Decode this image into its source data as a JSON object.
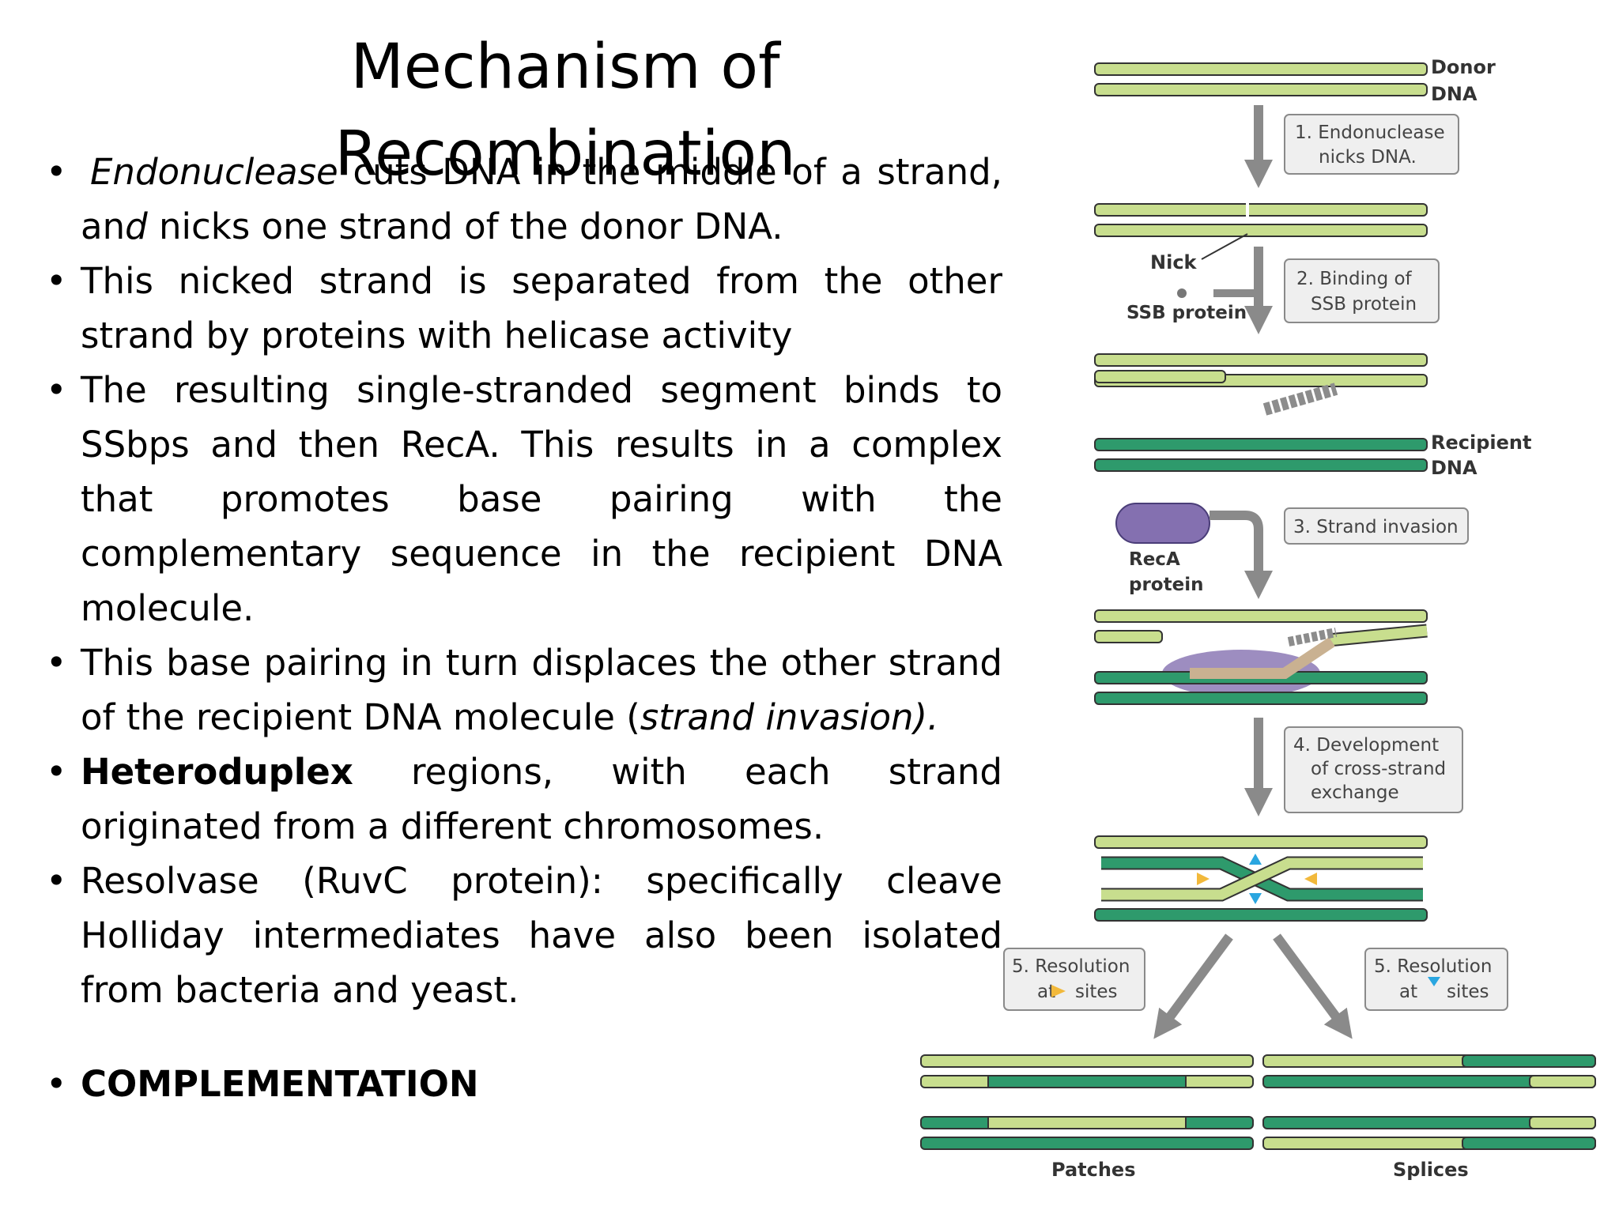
{
  "title": "Mechanism of Recombination",
  "bullets": [
    {
      "em": "Endonuclease",
      "text": " cuts DNA in the middle of a strand, an",
      "em2": "d",
      "text2": " nicks one strand of the donor DNA."
    },
    {
      "text": "This nicked strand is separated from the other strand by proteins with helicase activity"
    },
    {
      "text": "The resulting single-stranded segment binds to SSbps and then RecA. This results in a complex that promotes base pairing with the complementary sequence in the recipient DNA molecule."
    },
    {
      "text": "This base pairing in turn displaces the other strand of the recipient DNA molecule (",
      "em": "strand invasion)."
    },
    {
      "strong": "Heteroduplex",
      "text": " regions,  with each strand originated from a different chromosomes."
    },
    {
      "text": "Resolvase (RuvC protein): specifically cleave Holliday intermediates have also been isolated from bacteria and yeast."
    },
    {
      "strong": "COMPLEMENTATION"
    }
  ],
  "diagram": {
    "donor_label": [
      "Donor",
      "DNA"
    ],
    "recipient_label": [
      "Recipient",
      "DNA"
    ],
    "nick_label": "Nick",
    "ssb_label": "SSB protein",
    "reca_label": [
      "RecA",
      "protein"
    ],
    "steps": [
      [
        "1. Endonuclease",
        "nicks DNA."
      ],
      [
        "2. Binding of",
        "SSB protein"
      ],
      [
        "3. Strand invasion"
      ],
      [
        "4. Development",
        "of cross-strand",
        "exchange"
      ]
    ],
    "resolution_left": [
      "5. Resolution",
      "at",
      "sites"
    ],
    "resolution_right": [
      "5. Resolution",
      "at",
      "sites"
    ],
    "patches_label": "Patches",
    "splices_label": "Splices",
    "colors": {
      "donor": "#c8de8e",
      "recipient": "#2e9a6c",
      "arrow": "#8a8a8a",
      "reca": "#8470b0",
      "ssb": "#8c8c8c"
    }
  }
}
